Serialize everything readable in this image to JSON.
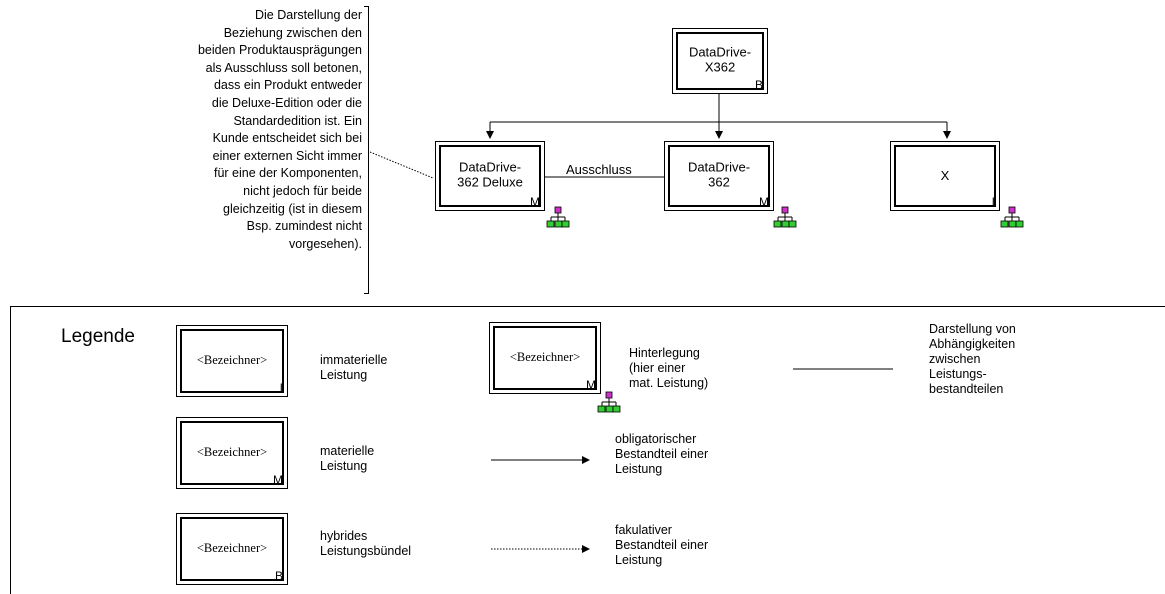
{
  "annotation": "Die Darstellung der\nBeziehung zwischen den\nbeiden Produktausprägungen\nals Ausschluss soll betonen,\ndass ein Produkt entweder\ndie Deluxe-Edition oder die\nStandardedition ist. Ein\nKunde entscheidet sich bei\neiner externen Sicht immer\nfür eine der Komponenten,\nnicht jedoch für beide\ngleichzeitig (ist in diesem\nBsp. zumindest nicht\nvorgesehen).",
  "diagram": {
    "root": {
      "name": "DataDrive-\nX362",
      "type": "B"
    },
    "children": [
      {
        "name": "DataDrive-\n362 Deluxe",
        "type": "M"
      },
      {
        "name": "DataDrive-\n362",
        "type": "M"
      },
      {
        "name": "X",
        "type": "I"
      }
    ],
    "relation_label": "Ausschluss"
  },
  "legend": {
    "title": "Legende",
    "placeholder": "<Bezeichner>",
    "items": {
      "immaterial": {
        "type": "I",
        "text": "immaterielle\nLeistung"
      },
      "material": {
        "type": "M",
        "text": "materielle\nLeistung"
      },
      "hybrid": {
        "type": "B",
        "text": "hybrides\nLeistungsbündel"
      },
      "deposit": {
        "type": "M",
        "text": "Hinterlegung\n(hier einer\nmat. Leistung)"
      },
      "obligatory": {
        "text": "obligatorischer\nBestandteil einer\nLeistung"
      },
      "optional": {
        "text": "fakulativer\nBestandteil einer\nLeistung"
      },
      "dependency": {
        "text": "Darstellung von\nAbhängigkeiten\nzwischen\nLeistungs-\nbestandteilen"
      }
    }
  },
  "colors": {
    "line": "#000000",
    "hier_top": "#cc33cc",
    "hier_nodes": "#33cc33"
  },
  "icons": {
    "deposit": "hierarchy-icon"
  }
}
